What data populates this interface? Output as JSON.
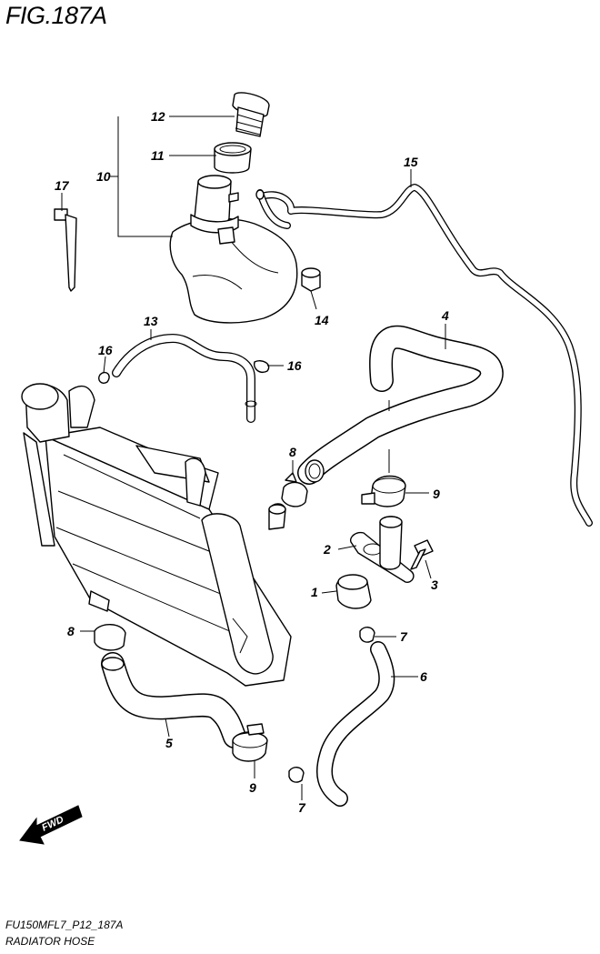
{
  "figure": {
    "title": "FIG.187A",
    "code": "FU150MFL7_P12_187A",
    "name": "RADIATOR HOSE"
  },
  "callouts": {
    "c1": "1",
    "c2": "2",
    "c3": "3",
    "c4": "4",
    "c5": "5",
    "c6": "6",
    "c7a": "7",
    "c7b": "7",
    "c8a": "8",
    "c8b": "8",
    "c9a": "9",
    "c9b": "9",
    "c10": "10",
    "c11": "11",
    "c12": "12",
    "c13": "13",
    "c14": "14",
    "c15": "15",
    "c16a": "16",
    "c16b": "16",
    "c17": "17"
  },
  "fwd_label": "FWD"
}
